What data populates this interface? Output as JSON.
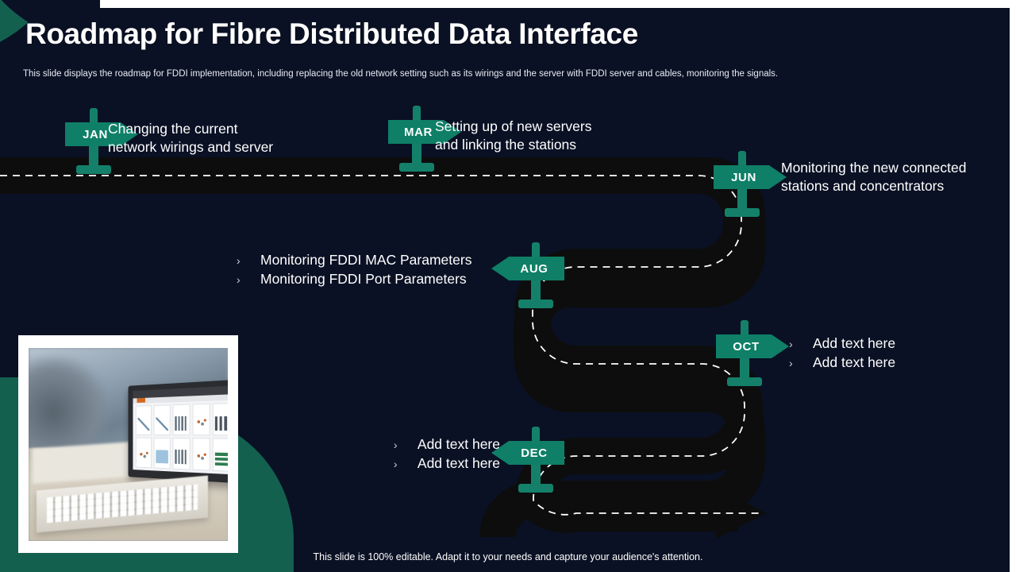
{
  "slide": {
    "title": "Roadmap for Fibre Distributed Data Interface",
    "subtitle": "This slide displays the roadmap for FDDI implementation,  including replacing the old network setting such as its wirings and the server with FDDI server  and cables, monitoring the signals.",
    "footer": "This slide is 100% editable. Adapt it to your needs and capture your audience's attention."
  },
  "theme": {
    "background": "#0a1124",
    "accent_green": "#0f7f67",
    "accent_green_dark": "#14604f",
    "road": "#0d0d0d",
    "text": "#ffffff"
  },
  "milestones": [
    {
      "month": "JAN",
      "direction": "right",
      "lines": [
        "Changing the current",
        "network wirings and server"
      ],
      "bullets": []
    },
    {
      "month": "MAR",
      "direction": "right",
      "lines": [
        "Setting up of  new servers",
        "and linking the stations"
      ],
      "bullets": []
    },
    {
      "month": "JUN",
      "direction": "right",
      "lines": [
        "Monitoring the new connected",
        "stations and concentrators"
      ],
      "bullets": []
    },
    {
      "month": "AUG",
      "direction": "left",
      "lines": [],
      "bullets": [
        "Monitoring FDDI MAC Parameters",
        "Monitoring FDDI Port Parameters"
      ]
    },
    {
      "month": "OCT",
      "direction": "right",
      "lines": [],
      "bullets": [
        "Add text here",
        "Add text here"
      ]
    },
    {
      "month": "DEC",
      "direction": "left",
      "lines": [],
      "bullets": [
        "Add text here",
        "Add text here"
      ]
    }
  ],
  "bullet_glyph": "›",
  "photo": {
    "caption": "laptop displaying analytics dashboard on desk with keyboard"
  }
}
